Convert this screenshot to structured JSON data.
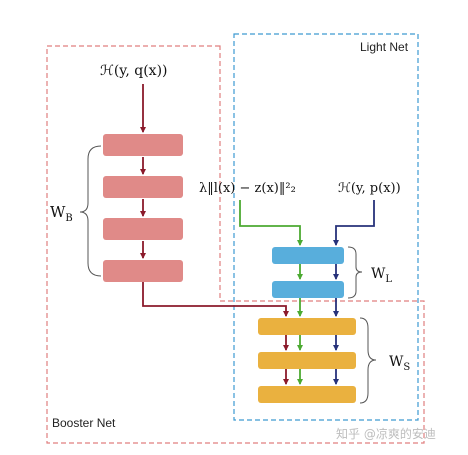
{
  "regions": {
    "light_net": "Light Net",
    "booster_net": "Booster Net"
  },
  "formulas": {
    "booster_loss": "ℋ(y, q(x))",
    "hint_loss": "λ‖l(x) − z(x)‖²₂",
    "light_loss": "ℋ(y, p(x))"
  },
  "weights": {
    "booster": {
      "symbol": "W",
      "subscript": "B"
    },
    "light": {
      "symbol": "W",
      "subscript": "L"
    },
    "shared": {
      "symbol": "W",
      "subscript": "S"
    }
  },
  "watermark": "知乎 @凉爽的安迪",
  "colors": {
    "booster_block": "#e08a88",
    "light_block": "#58aedc",
    "shared_block": "#eab13f",
    "booster_arrow": "#8b1a2b",
    "hint_arrow": "#4caa32",
    "light_arrow": "#27327a",
    "booster_border": "#e07f7f",
    "light_border": "#3d9ad1"
  }
}
